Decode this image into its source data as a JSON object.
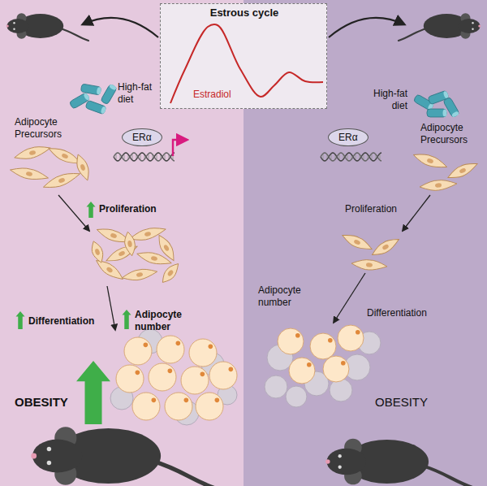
{
  "diagram": {
    "nodes": [
      {
        "text": [
          "Estrous cycle",
          "Estradiol"
        ]
      },
      {
        "text": [
          "ERα"
        ]
      },
      {
        "text": [
          "ERα"
        ]
      }
    ],
    "labels": [
      "High-fat diet",
      "High-fat diet",
      "Adipocyte Precursors",
      "Adipocyte Precursors",
      "Proliferation",
      "Proliferation",
      "Adipocyte number",
      "Differentiation",
      "Differentiation",
      "Adipocyte number",
      "OBESITY",
      "OBESITY"
    ]
  }
}
